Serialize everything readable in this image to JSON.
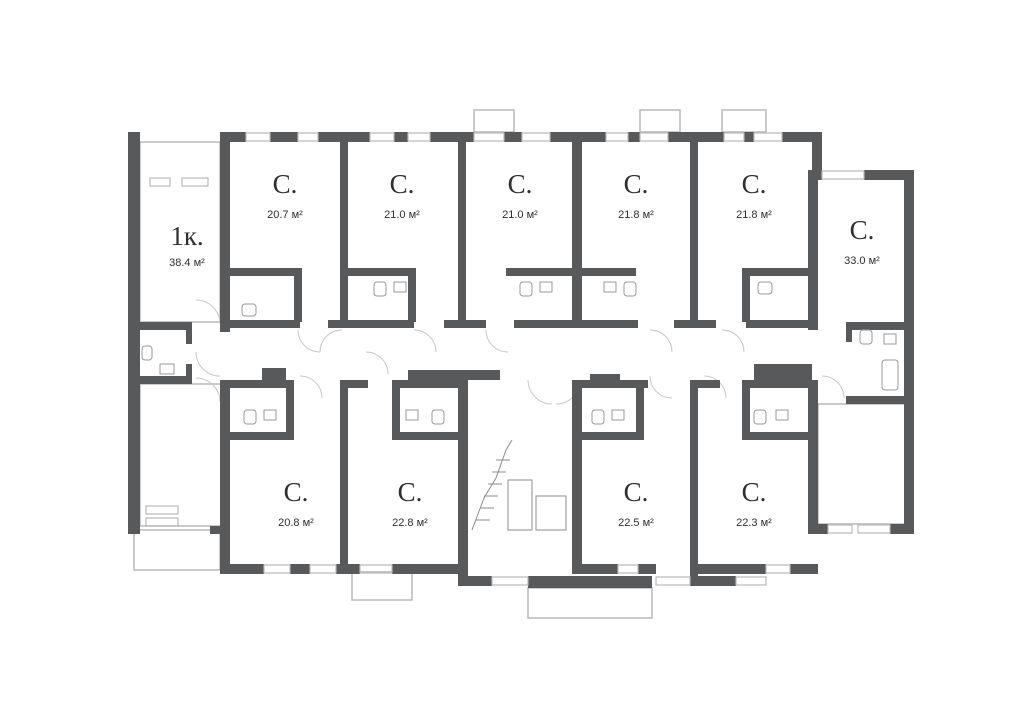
{
  "floor_plan": {
    "rooms": [
      {
        "id": "r1",
        "type": "1к.",
        "area": "38.4 м²"
      },
      {
        "id": "r2",
        "type": "С.",
        "area": "20.7 м²"
      },
      {
        "id": "r3",
        "type": "С.",
        "area": "21.0 м²"
      },
      {
        "id": "r4",
        "type": "С.",
        "area": "21.0 м²"
      },
      {
        "id": "r5",
        "type": "С.",
        "area": "21.8 м²"
      },
      {
        "id": "r6",
        "type": "С.",
        "area": "21.8 м²"
      },
      {
        "id": "r7",
        "type": "С.",
        "area": "33.0 м²"
      },
      {
        "id": "r8",
        "type": "С.",
        "area": "20.8 м²"
      },
      {
        "id": "r9",
        "type": "С.",
        "area": "22.8 м²"
      },
      {
        "id": "r10",
        "type": "С.",
        "area": "22.5 м²"
      },
      {
        "id": "r11",
        "type": "С.",
        "area": "22.3 м²"
      }
    ],
    "colors": {
      "wall": "#58595b",
      "thin_line": "#b9b9b9",
      "background": "#ffffff",
      "text": "#2f2f2f"
    }
  }
}
